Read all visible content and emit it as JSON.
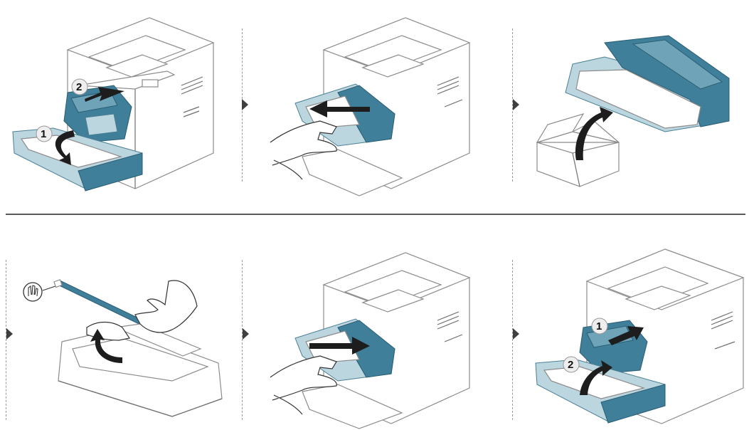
{
  "steps": [
    {
      "id": "top-1",
      "callouts": [
        "2",
        "1"
      ]
    },
    {
      "id": "top-2",
      "callouts": []
    },
    {
      "id": "top-3",
      "callouts": []
    },
    {
      "id": "bottom-1",
      "callouts": []
    },
    {
      "id": "bottom-2",
      "callouts": []
    },
    {
      "id": "bottom-3",
      "callouts": [
        "1",
        "2"
      ]
    }
  ],
  "colors": {
    "accent": "#3f7f99",
    "accent_dark": "#2a5d73",
    "outline": "#8c8c8c",
    "divider": "#5a5a5a"
  },
  "icons": [
    "printer-illustration",
    "drum-unit-illustration",
    "hand-illustration",
    "box-illustration",
    "step-arrow-icon",
    "cleaning-tool-icon"
  ]
}
